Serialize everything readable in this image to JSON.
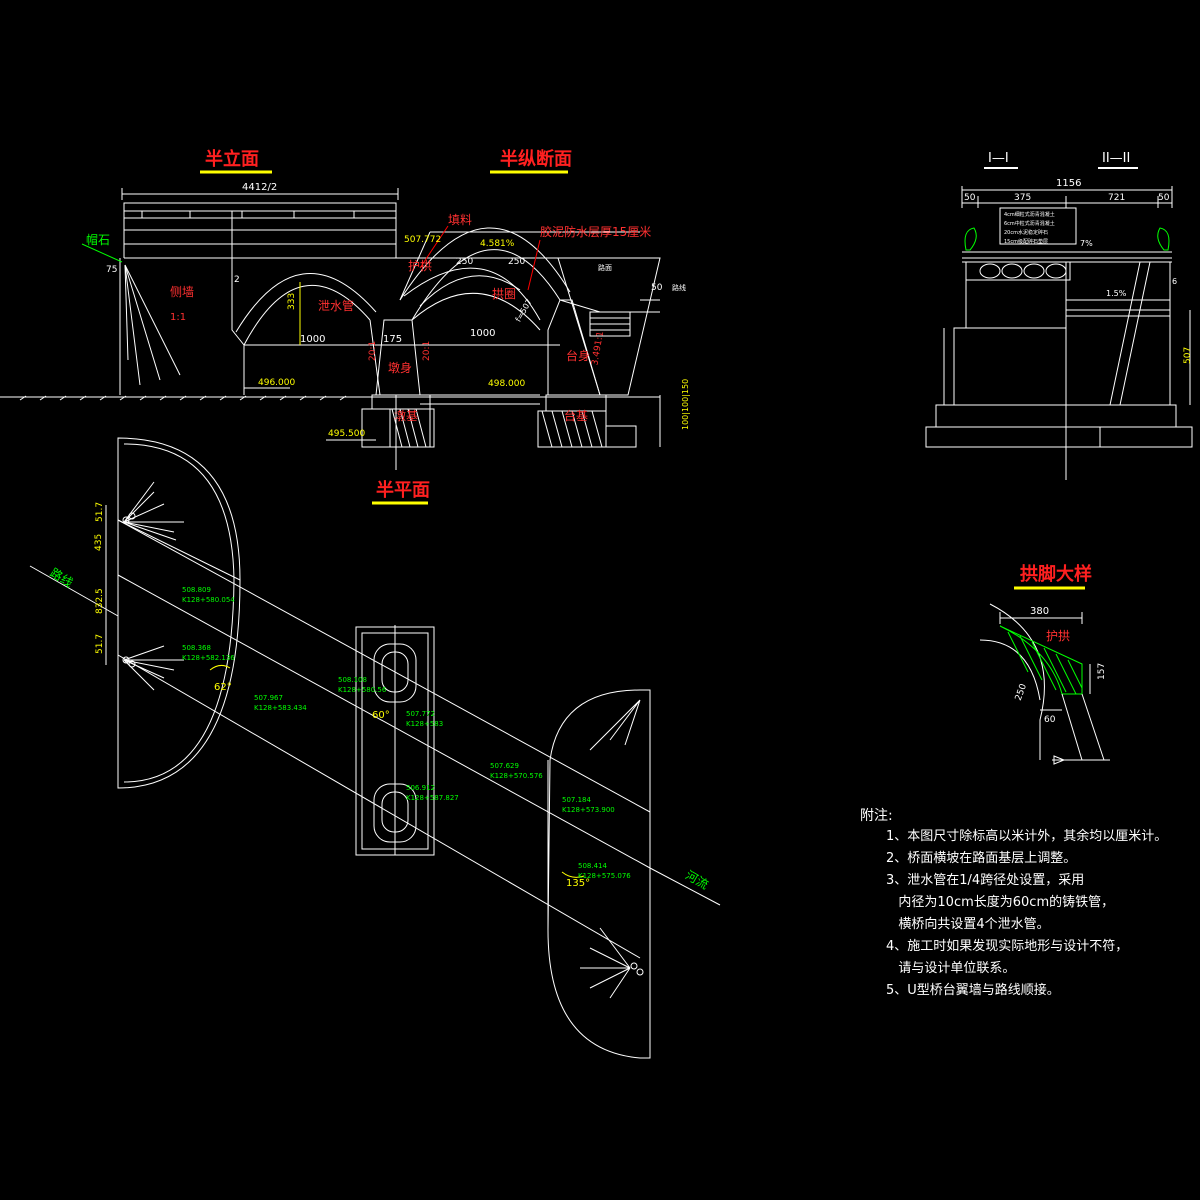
{
  "titles": {
    "half_elevation": "半立面",
    "half_longitudinal": "半纵断面",
    "section_1": "I—I",
    "section_2": "II—II",
    "half_plan": "半平面",
    "arch_foot_detail": "拱脚大样"
  },
  "elevation": {
    "dim_total": "4412/2",
    "label_stone": "帽石",
    "label_side_wall": "侧墙",
    "label_drain_pipe": "泄水管",
    "label_fill": "填料",
    "label_guard": "护拱",
    "label_waterproof": "胶泥防水层厚15厘米",
    "label_pier": "墩身",
    "label_pier_foot": "墩基",
    "label_abut": "台身",
    "label_abut_foot": "台基",
    "label_arch": "拱圈",
    "elev_top": "507.772",
    "grade": "4.581%",
    "dim_250a": "250",
    "dim_250b": "250",
    "dim_1000a": "1000",
    "dim_1000b": "1000",
    "dim_175": "175",
    "dim_333": "333",
    "dim_75": "75",
    "dim_2": "2",
    "dim_50": "50",
    "dim_f507": "f=507",
    "dim_rf": "1:1",
    "elev_496": "496.000",
    "elev_498": "498.000",
    "elev_495": "495.500",
    "dim_side": "100|100|150",
    "slope_a": "20:1",
    "slope_b": "20:1",
    "slope_c": "3.491:1",
    "side_b": "路面",
    "side_c": "路线"
  },
  "section": {
    "dim_total": "1156",
    "dim_50a": "50",
    "dim_375": "375",
    "dim_721": "721",
    "dim_50b": "50",
    "grade": "7%",
    "grade2": "1.5%",
    "dim_6": "6",
    "dim_507": "507",
    "layers": [
      "4cm细粒式沥青混凝土",
      "6cm中粒式沥青混凝土",
      "20cm水泥稳定碎石",
      "15cm级配碎石垫层"
    ]
  },
  "plan": {
    "label_route": "路线",
    "label_river": "河流",
    "dim_435": "435",
    "dim_517a": "51.7",
    "dim_8325": "832.5",
    "dim_517b": "51.7",
    "angle_62": "62°",
    "angle_60": "60°",
    "angle_135": "135°",
    "points": [
      {
        "elev": "508.809",
        "km": "K128+580.054"
      },
      {
        "elev": "508.368",
        "km": "K128+582.136"
      },
      {
        "elev": "507.967",
        "km": "K128+583.434"
      },
      {
        "elev": "508.108",
        "km": "K128+580.56"
      },
      {
        "elev": "507.772",
        "km": "K128+583"
      },
      {
        "elev": "506.912",
        "km": "K128+587.827"
      },
      {
        "elev": "507.629",
        "km": "K128+570.576"
      },
      {
        "elev": "507.184",
        "km": "K128+573.900"
      },
      {
        "elev": "508.414",
        "km": "K128+575.076"
      }
    ]
  },
  "detail": {
    "dim_380": "380",
    "label_guard": "护拱",
    "dim_157": "157",
    "dim_250": "250",
    "dim_60": "60"
  },
  "notes": {
    "heading": "附注:",
    "items": [
      "1、本图尺寸除标高以米计外，其余均以厘米计。",
      "2、桥面横坡在路面基层上调整。",
      "3、泄水管在1/4跨径处设置，采用",
      "   内径为10cm长度为60cm的铸铁管，",
      "   横桥向共设置4个泄水管。",
      "4、施工时如果发现实际地形与设计不符，",
      "   请与设计单位联系。",
      "5、U型桥台翼墙与路线顺接。"
    ]
  }
}
